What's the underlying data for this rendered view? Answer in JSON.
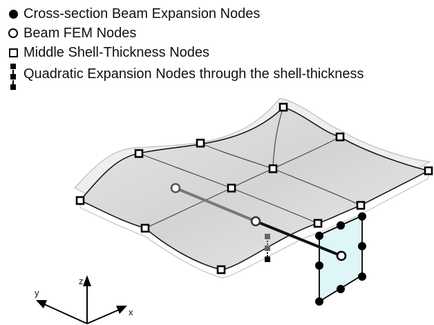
{
  "legend": [
    {
      "marker": "filled-circle",
      "label": "Cross-section Beam Expansion Nodes"
    },
    {
      "marker": "open-circle",
      "label": "Beam FEM Nodes"
    },
    {
      "marker": "open-square",
      "label": "Middle Shell-Thickness Nodes"
    },
    {
      "marker": "square-stack",
      "label": "Quadratic Expansion Nodes through the shell-thickness"
    }
  ],
  "axes": {
    "z": "z",
    "y": "y",
    "x": "x"
  },
  "colors": {
    "shell_fill": "#d9d9d9",
    "shell_edge": "#222222",
    "cross_section_fill": "#dff6f8",
    "node": "#000000",
    "grid": "#555555"
  }
}
